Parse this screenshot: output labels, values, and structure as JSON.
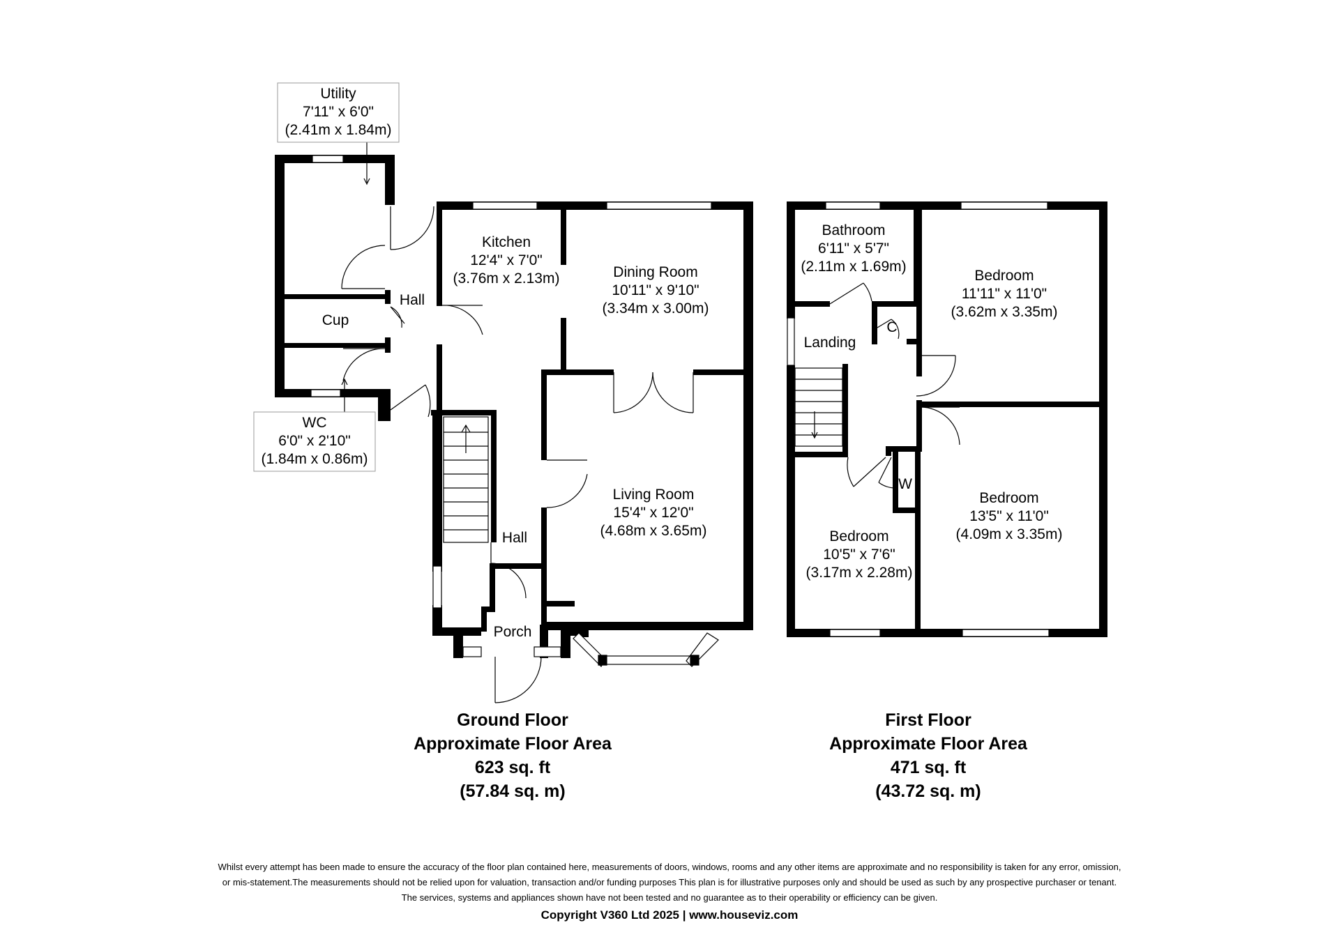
{
  "ground_floor": {
    "rooms": [
      {
        "name": "Utility",
        "size_imperial": "7'11\" x 6'0\"",
        "size_metric": "(2.41m x 1.84m)"
      },
      {
        "name": "Kitchen",
        "size_imperial": "12'4\" x 7'0\"",
        "size_metric": "(3.76m x 2.13m)"
      },
      {
        "name": "Dining Room",
        "size_imperial": "10'11\" x 9'10\"",
        "size_metric": "(3.34m x 3.00m)"
      },
      {
        "name": "Living Room",
        "size_imperial": "15'4\" x 12'0\"",
        "size_metric": "(4.68m x 3.65m)"
      },
      {
        "name": "WC",
        "size_imperial": "6'0\" x 2'10\"",
        "size_metric": "(1.84m x 0.86m)"
      }
    ],
    "labels": {
      "hall_upper": "Hall",
      "cupboard": "Cup",
      "hall_lower": "Hall",
      "porch": "Porch"
    },
    "title": "Ground Floor",
    "subtitle": "Approximate Floor Area",
    "area_sqft": "623 sq. ft",
    "area_sqm": "(57.84 sq. m)"
  },
  "first_floor": {
    "rooms": [
      {
        "name": "Bathroom",
        "size_imperial": "6'11\" x 5'7\"",
        "size_metric": "(2.11m x 1.69m)"
      },
      {
        "name": "Bedroom",
        "size_imperial": "11'11\" x 11'0\"",
        "size_metric": "(3.62m x 3.35m)"
      },
      {
        "name": "Bedroom",
        "size_imperial": "13'5\" x 11'0\"",
        "size_metric": "(4.09m x 3.35m)"
      },
      {
        "name": "Bedroom",
        "size_imperial": "10'5\" x 7'6\"",
        "size_metric": "(3.17m x 2.28m)"
      }
    ],
    "labels": {
      "landing": "Landing",
      "cupboard": "C",
      "wardrobe": "W"
    },
    "title": "First Floor",
    "subtitle": "Approximate Floor Area",
    "area_sqft": "471 sq. ft",
    "area_sqm": "(43.72 sq. m)"
  },
  "disclaimer": [
    "Whilst every attempt has been made to ensure the accuracy of the floor plan contained here, measurements of doors, windows, rooms and any other items are approximate and no responsibility is taken for any error, omission,",
    "or mis-statement.The measurements should not be relied upon for valuation, transaction and/or funding purposes This plan is for illustrative purposes only and should be used as such by any prospective purchaser or tenant.",
    "The services, systems and appliances shown have not been tested and no guarantee as to their operability or efficiency can be given."
  ],
  "copyright": "Copyright V360 Ltd 2025 | www.houseviz.com",
  "colors": {
    "wall": "#000000",
    "background": "#ffffff",
    "label_box_border": "#9a9a9a"
  }
}
